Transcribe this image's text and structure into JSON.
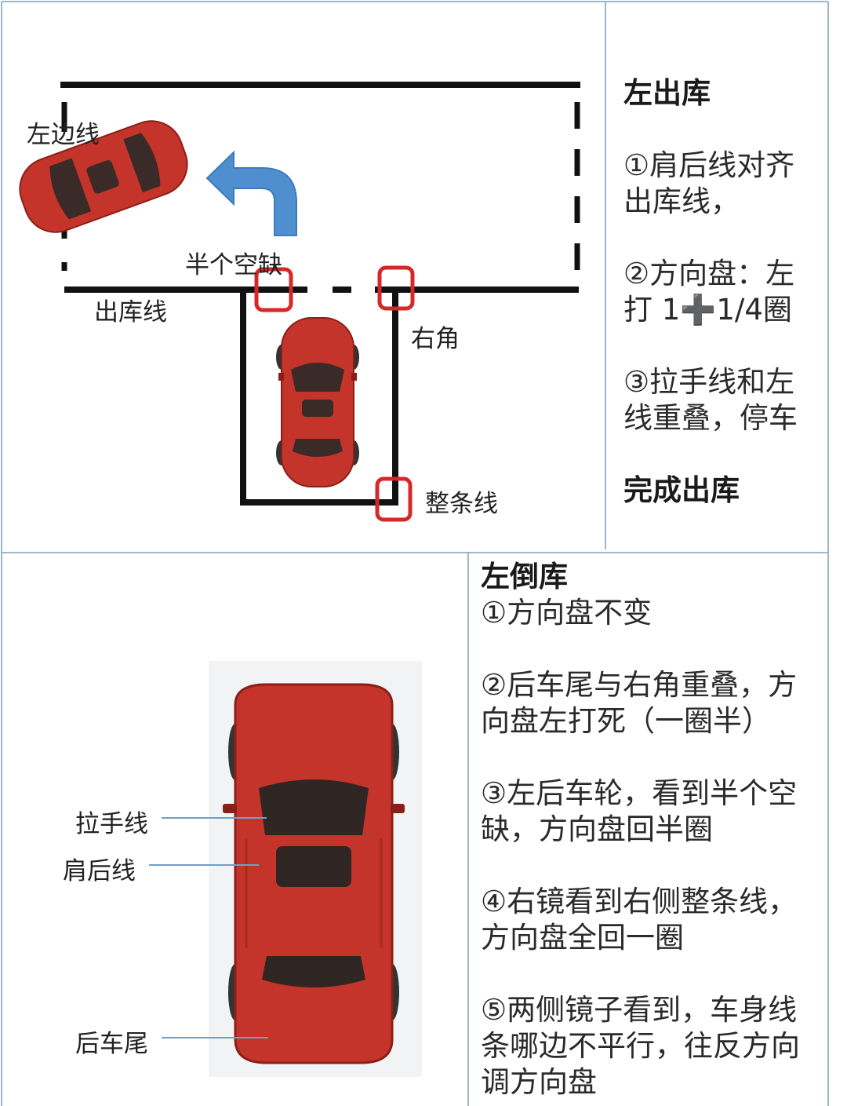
{
  "diagram": {
    "labels": {
      "left_edge_line": "左边线",
      "half_gap": "半个空缺",
      "exit_line": "出库线",
      "right_corner": "右角",
      "whole_line": "整条线"
    },
    "car_labels": {
      "handle_line": "拉手线",
      "shoulder_line": "肩后线",
      "rear_tail": "后车尾"
    }
  },
  "left_exit": {
    "title": "左出库",
    "steps": [
      [
        "①肩后线对齐",
        "出库线，"
      ],
      [
        "②方向盘：左",
        "打 1➕1/4圈"
      ],
      [
        "③拉手线和左",
        "线重叠，停车"
      ]
    ],
    "done": "完成出库"
  },
  "left_reverse": {
    "title": "左倒库",
    "steps": [
      [
        "①方向盘不变"
      ],
      [
        "②后车尾与右角重叠，方",
        "向盘左打死（一圈半）"
      ],
      [
        "③左后车轮，看到半个空",
        "缺，方向盘回半圈"
      ],
      [
        "④右镜看到右侧整条线，",
        "方向盘全回一圈"
      ],
      [
        "⑤两侧镜子看到，车身线",
        "条哪边不平行，往反方向",
        "调方向盘"
      ]
    ]
  },
  "colors": {
    "car_red": "#c4342a",
    "arrow_blue": "#4f8fcf",
    "marker_red": "#d62828",
    "border": "#9fb6c8"
  }
}
